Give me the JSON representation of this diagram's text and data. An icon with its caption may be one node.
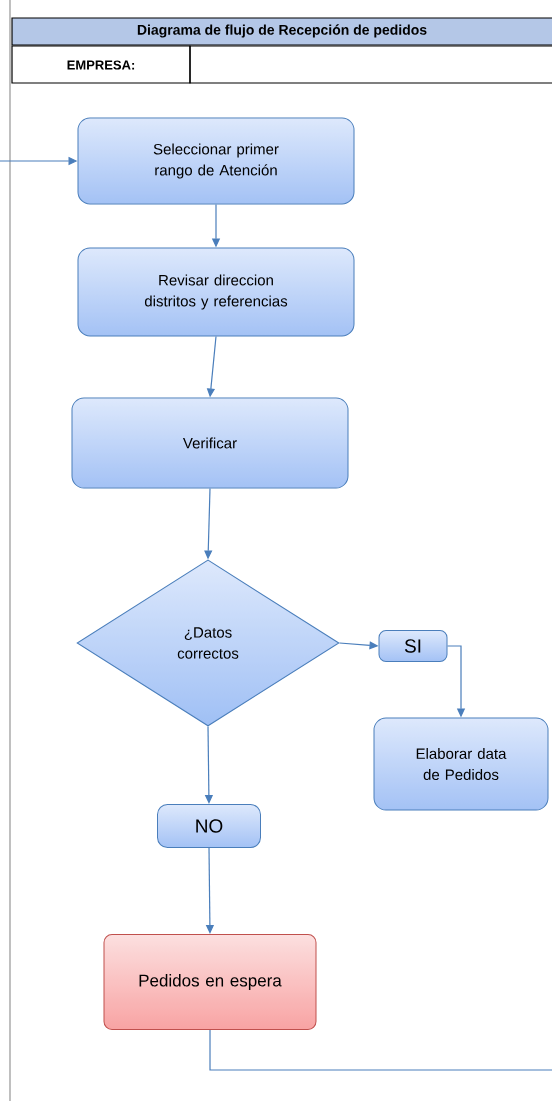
{
  "diagram": {
    "title": "Diagrama de flujo de Recepción de pedidos",
    "nodes": [
      {
        "text": [
          "Seleccionar primer rango de Atención"
        ]
      },
      {
        "text": [
          "Revisar direccion distritos y referencias"
        ]
      },
      {
        "text": [
          "Verificar"
        ]
      },
      {
        "text": [
          "¿Datos correctos"
        ]
      },
      {
        "text": [
          "SI"
        ]
      },
      {
        "text": [
          "Elaborar data de Pedidos"
        ]
      },
      {
        "text": [
          "NO"
        ]
      },
      {
        "text": [
          "Pedidos en espera"
        ]
      }
    ],
    "edges": [
      {
        "from": null,
        "to": 0,
        "arrow": "to"
      },
      {
        "from": 0,
        "to": 1,
        "arrow": "to"
      },
      {
        "from": 1,
        "to": 2,
        "arrow": "to"
      },
      {
        "from": 2,
        "to": 3,
        "arrow": "to"
      },
      {
        "from": 3,
        "to": 4,
        "arrow": "to"
      },
      {
        "from": 4,
        "to": 5,
        "arrow": "to"
      },
      {
        "from": 3,
        "to": 6,
        "arrow": "to"
      },
      {
        "from": 6,
        "to": 7,
        "arrow": "to"
      },
      {
        "from": 7,
        "to": null,
        "arrow": "none"
      }
    ],
    "labels": [
      "EMPRESA:"
    ]
  }
}
